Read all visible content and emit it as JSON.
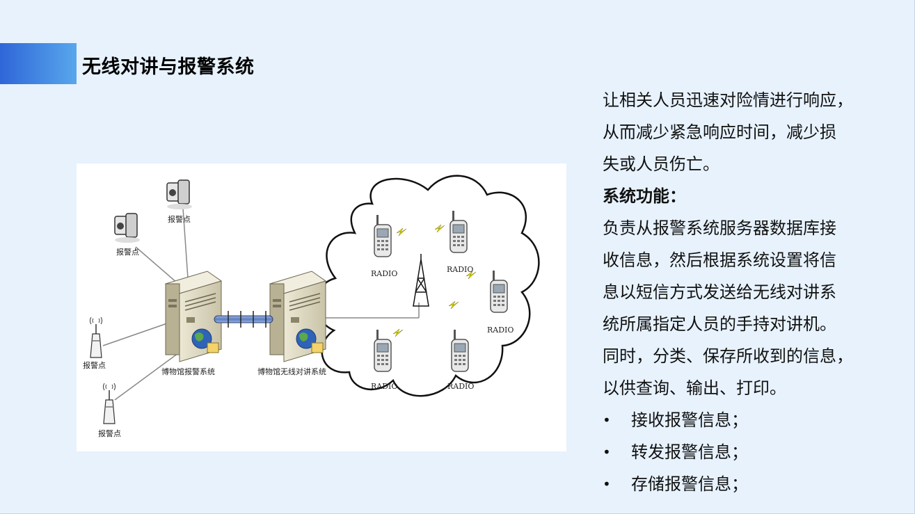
{
  "slide": {
    "title": "无线对讲与报警系统",
    "colors": {
      "background": "#e7f2fd",
      "accent_start": "#2f66d8",
      "accent_end": "#58a7ec"
    }
  },
  "text": {
    "intro": [
      "让相关人员迅速对险情进行响应，",
      "从而减少紧急响应时间，减少损",
      "失或人员伤亡。"
    ],
    "heading": "系统功能：",
    "body": [
      "负责从报警系统服务器数据库接",
      "收信息，然后根据系统设置将信",
      "息以短信方式发送给无线对讲系",
      "统所属指定人员的手持对讲机。",
      "同时，分类、保存所收到的信息，",
      "以供查询、输出、打印。"
    ],
    "bullets": [
      {
        "marker": "•",
        "text": "接收报警信息；"
      },
      {
        "marker": "•",
        "text": "转发报警信息；"
      },
      {
        "marker": "•",
        "text": "存储报警信息；"
      }
    ]
  },
  "diagram": {
    "alarm_points": [
      "报警点",
      "报警点",
      "报警点",
      "报警点"
    ],
    "server_alarm": "博物馆报警系统",
    "server_radio": "博物馆无线对讲系统",
    "radios": [
      "RADIO",
      "RADIO",
      "RADIO",
      "RADIO",
      "RADIO"
    ]
  }
}
